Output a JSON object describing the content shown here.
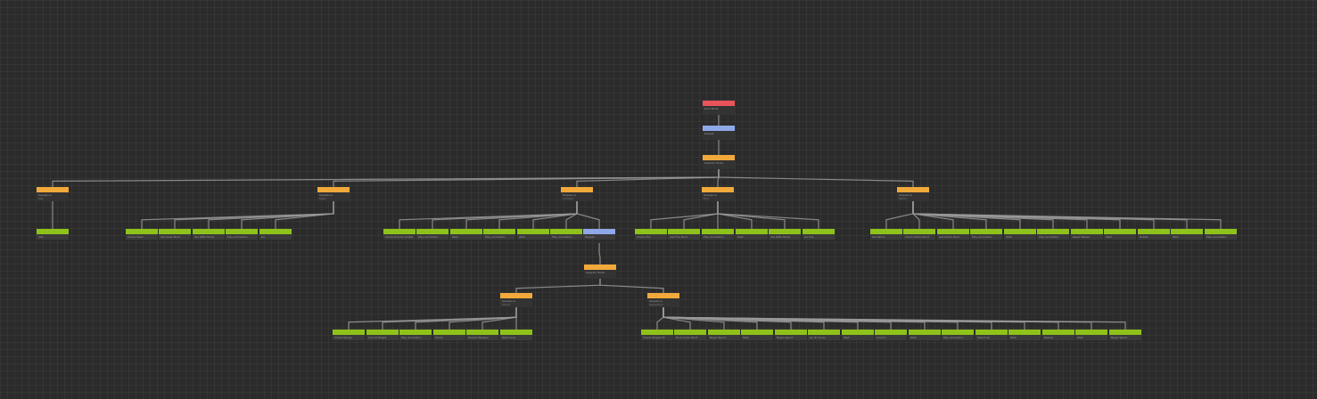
{
  "colors": {
    "root": "#e8545a",
    "decorator": "#8fa8e8",
    "composite": "#f2a93b",
    "action": "#8ec21a",
    "edge": "#9a9a9a"
  },
  "nodes": [
    {
      "id": "n1",
      "kind": "root",
      "label": "Root Node",
      "sub": ""
    },
    {
      "id": "n2",
      "kind": "decorator",
      "label": "Repeat",
      "sub": ""
    },
    {
      "id": "n3",
      "kind": "composite",
      "label": "Selector Node",
      "sub": ""
    },
    {
      "id": "s1",
      "kind": "composite",
      "label": "Sequence",
      "sub": "Idle"
    },
    {
      "id": "s2",
      "kind": "composite",
      "label": "Sequence",
      "sub": "Seek"
    },
    {
      "id": "s3",
      "kind": "composite",
      "label": "Sequence",
      "sub": "Combat"
    },
    {
      "id": "s4",
      "kind": "composite",
      "label": "Sequence",
      "sub": "Fire"
    },
    {
      "id": "s5",
      "kind": "composite",
      "label": "Sequence",
      "sub": "Patrol"
    },
    {
      "id": "a1",
      "kind": "action",
      "label": "Idle",
      "sub": ""
    },
    {
      "id": "b1",
      "kind": "action",
      "label": "Check Seek",
      "sub": ""
    },
    {
      "id": "b2",
      "kind": "action",
      "label": "Get Seek Point",
      "sub": ""
    },
    {
      "id": "b3",
      "kind": "action",
      "label": "Set Walk Mode",
      "sub": ""
    },
    {
      "id": "b4",
      "kind": "action",
      "label": "Play Animation",
      "sub": ""
    },
    {
      "id": "b5",
      "kind": "action",
      "label": "Go",
      "sub": ""
    },
    {
      "id": "c1",
      "kind": "action",
      "label": "Check Enemy Visible",
      "sub": ""
    },
    {
      "id": "c2",
      "kind": "action",
      "label": "Play Animation",
      "sub": ""
    },
    {
      "id": "c3",
      "kind": "action",
      "label": "Wait",
      "sub": ""
    },
    {
      "id": "c4",
      "kind": "action",
      "label": "Play Animation",
      "sub": ""
    },
    {
      "id": "c5",
      "kind": "action",
      "label": "Wait",
      "sub": ""
    },
    {
      "id": "c6",
      "kind": "action",
      "label": "Play Animation",
      "sub": ""
    },
    {
      "id": "c7",
      "kind": "decorator",
      "label": "Repeat",
      "sub": ""
    },
    {
      "id": "d1",
      "kind": "action",
      "label": "Check Fire",
      "sub": ""
    },
    {
      "id": "d2",
      "kind": "action",
      "label": "Get Fire Point",
      "sub": ""
    },
    {
      "id": "d3",
      "kind": "action",
      "label": "Play Animation",
      "sub": ""
    },
    {
      "id": "d4",
      "kind": "action",
      "label": "Wait",
      "sub": ""
    },
    {
      "id": "d5",
      "kind": "action",
      "label": "Set Walk Mode",
      "sub": ""
    },
    {
      "id": "d6",
      "kind": "action",
      "label": "Go Fire",
      "sub": ""
    },
    {
      "id": "e1",
      "kind": "action",
      "label": "Set Patrol",
      "sub": ""
    },
    {
      "id": "e2",
      "kind": "action",
      "label": "Check Patrol Point",
      "sub": ""
    },
    {
      "id": "e3",
      "kind": "action",
      "label": "Get Patrol Point",
      "sub": ""
    },
    {
      "id": "e4",
      "kind": "action",
      "label": "Play Animation",
      "sub": ""
    },
    {
      "id": "e5",
      "kind": "action",
      "label": "Wait",
      "sub": ""
    },
    {
      "id": "e6",
      "kind": "action",
      "label": "Play Animation",
      "sub": ""
    },
    {
      "id": "e7",
      "kind": "action",
      "label": "Reset Wheel",
      "sub": ""
    },
    {
      "id": "e8",
      "kind": "action",
      "label": "Wait",
      "sub": ""
    },
    {
      "id": "e9",
      "kind": "action",
      "label": "Rotate",
      "sub": ""
    },
    {
      "id": "e10",
      "kind": "action",
      "label": "Wait",
      "sub": ""
    },
    {
      "id": "e11",
      "kind": "action",
      "label": "Play Animation",
      "sub": ""
    },
    {
      "id": "f1",
      "kind": "composite",
      "label": "Selector Node",
      "sub": ""
    },
    {
      "id": "g1",
      "kind": "composite",
      "label": "Sequence",
      "sub": "Shoot"
    },
    {
      "id": "g2",
      "kind": "composite",
      "label": "Sequence",
      "sub": "Reposition"
    },
    {
      "id": "h1",
      "kind": "action",
      "label": "Check Range",
      "sub": ""
    },
    {
      "id": "h2",
      "kind": "action",
      "label": "Aim At Target",
      "sub": ""
    },
    {
      "id": "h3",
      "kind": "action",
      "label": "Play Animation",
      "sub": ""
    },
    {
      "id": "h4",
      "kind": "action",
      "label": "Shoot",
      "sub": ""
    },
    {
      "id": "h5",
      "kind": "action",
      "label": "Reload Weapon",
      "sub": ""
    },
    {
      "id": "h6",
      "kind": "action",
      "label": "Wait Long",
      "sub": ""
    },
    {
      "id": "i1",
      "kind": "action",
      "label": "Check Target Hit",
      "sub": ""
    },
    {
      "id": "i2",
      "kind": "action",
      "label": "Find Cover Point",
      "sub": ""
    },
    {
      "id": "i3",
      "kind": "action",
      "label": "Begin Sprint",
      "sub": ""
    },
    {
      "id": "i4",
      "kind": "action",
      "label": "Wait",
      "sub": ""
    },
    {
      "id": "i5",
      "kind": "action",
      "label": "Begin Sprint",
      "sub": ""
    },
    {
      "id": "i6",
      "kind": "action",
      "label": "Go To Cover",
      "sub": ""
    },
    {
      "id": "i7",
      "kind": "action",
      "label": "Wait",
      "sub": ""
    },
    {
      "id": "i8",
      "kind": "action",
      "label": "Crouch",
      "sub": ""
    },
    {
      "id": "i9",
      "kind": "action",
      "label": "Wait",
      "sub": ""
    },
    {
      "id": "i10",
      "kind": "action",
      "label": "Play Animation",
      "sub": ""
    },
    {
      "id": "i11",
      "kind": "action",
      "label": "Stand Up",
      "sub": ""
    },
    {
      "id": "i12",
      "kind": "action",
      "label": "Wait",
      "sub": ""
    },
    {
      "id": "i13",
      "kind": "action",
      "label": "Reload",
      "sub": ""
    },
    {
      "id": "i14",
      "kind": "action",
      "label": "Wait",
      "sub": ""
    },
    {
      "id": "i15",
      "kind": "action",
      "label": "Begin Sprint",
      "sub": ""
    }
  ]
}
